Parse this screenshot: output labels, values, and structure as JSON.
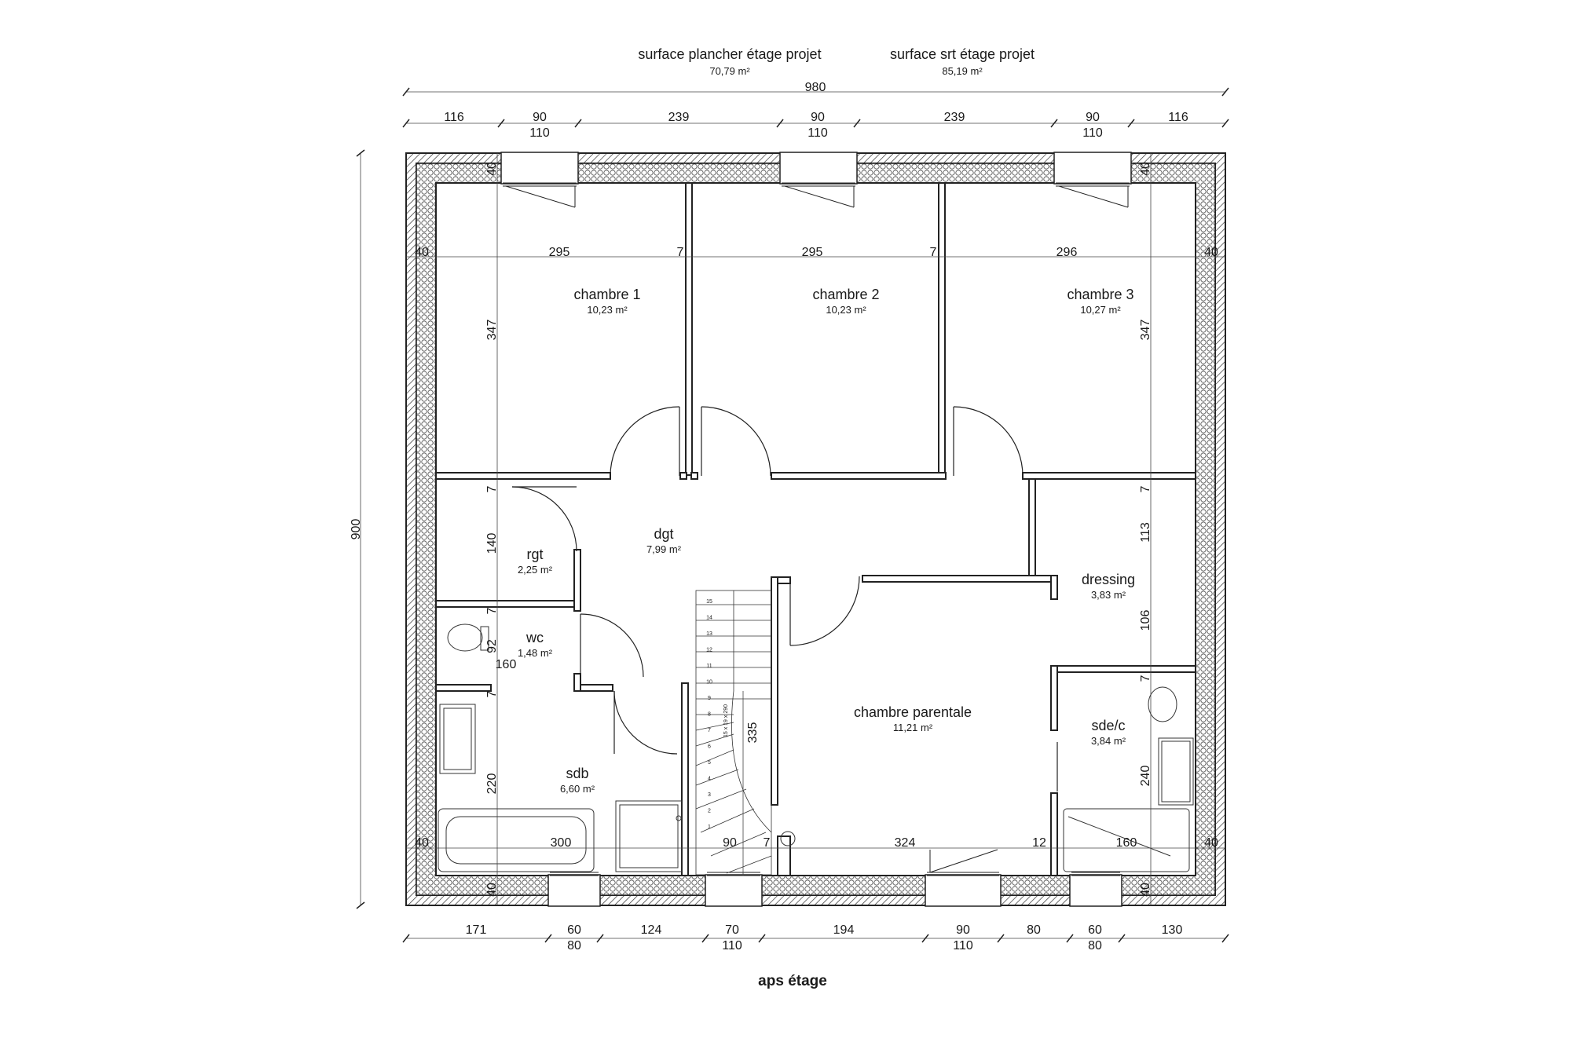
{
  "header": {
    "surface_plancher_label": "surface plancher étage projet",
    "surface_plancher_value": "70,79 m²",
    "surface_srt_label": "surface srt étage projet",
    "surface_srt_value": "85,19 m²"
  },
  "title": "aps étage",
  "rooms": {
    "chambre1": {
      "name": "chambre 1",
      "area": "10,23 m²"
    },
    "chambre2": {
      "name": "chambre 2",
      "area": "10,23 m²"
    },
    "chambre3": {
      "name": "chambre 3",
      "area": "10,27 m²"
    },
    "dgt": {
      "name": "dgt",
      "area": "7,99 m²"
    },
    "rgt": {
      "name": "rgt",
      "area": "2,25 m²"
    },
    "wc": {
      "name": "wc",
      "area": "1,48 m²"
    },
    "dressing": {
      "name": "dressing",
      "area": "3,83 m²"
    },
    "chambre_parentale": {
      "name": "chambre parentale",
      "area": "11,21 m²"
    },
    "sdb": {
      "name": "sdb",
      "area": "6,60 m²"
    },
    "sdec": {
      "name": "sde/c",
      "area": "3,84 m²"
    }
  },
  "dims": {
    "overall_width": "980",
    "overall_height": "900",
    "top_row": [
      "116",
      "90",
      "239",
      "90",
      "239",
      "90",
      "116"
    ],
    "top_row_sub": [
      "110",
      "110",
      "110"
    ],
    "bottom_row": [
      "171",
      "60",
      "124",
      "70",
      "194",
      "90",
      "80",
      "60",
      "130"
    ],
    "bottom_row_sub": [
      "80",
      "110",
      "110",
      "80"
    ],
    "upper_interior": [
      "40",
      "295",
      "7",
      "295",
      "7",
      "296",
      "40"
    ],
    "lower_interior": [
      "40",
      "300",
      "90",
      "7",
      "324",
      "12",
      "160",
      "40"
    ],
    "left_column": [
      "40",
      "347",
      "7",
      "140",
      "7",
      "92",
      "160",
      "7",
      "220",
      "40"
    ],
    "right_column": [
      "40",
      "347",
      "7",
      "113",
      "106",
      "7",
      "240",
      "40"
    ],
    "stair_height": "335",
    "stair_spec": "15 x 19 x 290",
    "stair_steps": [
      "15",
      "14",
      "13",
      "12",
      "11",
      "10",
      "9",
      "8",
      "7",
      "6",
      "5",
      "4",
      "3",
      "2",
      "1"
    ]
  }
}
